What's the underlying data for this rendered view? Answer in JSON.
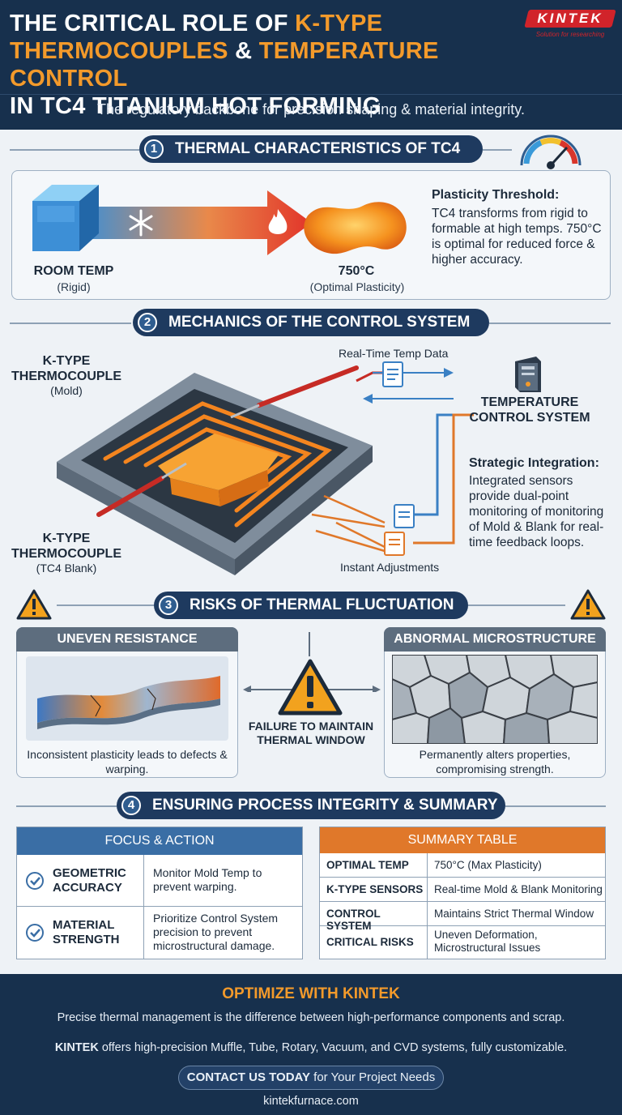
{
  "header": {
    "title_l1a": "THE CRITICAL ROLE OF ",
    "title_l1b": "K-TYPE",
    "title_l2a": "THERMOCOUPLES",
    "title_l2b": " & ",
    "title_l2c": "TEMPERATURE CONTROL",
    "title_l3": "IN TC4 TITANIUM HOT FORMING",
    "subtitle": "The regulatory backbone for precision shaping & material integrity.",
    "logo": "KINTEK",
    "logo_tagline": "Solution for researching"
  },
  "section1": {
    "number": "1",
    "title": "THERMAL CHARACTERISTICS OF TC4",
    "room_label": "ROOM TEMP",
    "room_sub": "(Rigid)",
    "hot_label": "750°C",
    "hot_sub": "(Optimal Plasticity)",
    "threshold_title": "Plasticity Threshold:",
    "threshold_text": "TC4 transforms from rigid to formable at high temps. 750°C is optimal for reduced force & higher accuracy."
  },
  "section2": {
    "number": "2",
    "title": "MECHANICS OF THE CONTROL SYSTEM",
    "tc_mold_title": "K-TYPE THERMOCOUPLE",
    "tc_mold_sub": "(Mold)",
    "tc_blank_title": "K-TYPE THERMOCOUPLE",
    "tc_blank_sub": "(TC4 Blank)",
    "realtime_label": "Real-Time Temp Data",
    "controller_label": "TEMPERATURE CONTROL SYSTEM",
    "instant_label": "Instant Adjustments",
    "integration_title": "Strategic Integration:",
    "integration_text": "Integrated sensors provide dual-point monitoring of monitoring of Mold & Blank for real-time feedback loops."
  },
  "section3": {
    "number": "3",
    "title": "RISKS OF THERMAL FLUCTUATION",
    "left_header": "UNEVEN RESISTANCE",
    "left_caption": "Inconsistent plasticity leads to defects & warping.",
    "center_label": "FAILURE TO MAINTAIN THERMAL WINDOW",
    "right_header": "ABNORMAL MICROSTRUCTURE",
    "right_caption": "Permanently alters properties, compromising strength."
  },
  "section4": {
    "number": "4",
    "title": "ENSURING PROCESS INTEGRITY & SUMMARY",
    "focus_header": "FOCUS & ACTION",
    "focus_rows": [
      {
        "label": "GEOMETRIC ACCURACY",
        "text": "Monitor Mold Temp to prevent warping."
      },
      {
        "label": "MATERIAL STRENGTH",
        "text": "Prioritize Control System precision to prevent microstructural damage."
      }
    ],
    "summary_header": "SUMMARY TABLE",
    "summary_rows": [
      {
        "key": "OPTIMAL TEMP",
        "value": "750°C (Max Plasticity)"
      },
      {
        "key": "K-TYPE SENSORS",
        "value": "Real-time Mold & Blank Monitoring"
      },
      {
        "key": "CONTROL SYSTEM",
        "value": "Maintains Strict Thermal Window"
      },
      {
        "key": "CRITICAL RISKS",
        "value": "Uneven Deformation, Microstructural Issues"
      }
    ]
  },
  "footer": {
    "title": "OPTIMIZE WITH KINTEK",
    "line1": "Precise thermal management is the difference between high-performance components and scrap.",
    "line2_brand": "KINTEK",
    "line2_rest": " offers high-precision Muffle, Tube, Rotary, Vacuum, and CVD systems, fully customizable.",
    "contact_bold": "CONTACT US TODAY",
    "contact_rest": " for Your Project Needs",
    "website": "kintekfurnace.com"
  },
  "colors": {
    "navy": "#17304d",
    "orange": "#f39a2b",
    "blue_header": "#3a6ea5",
    "orange_header": "#e0782a",
    "brand_red": "#d1232a"
  }
}
